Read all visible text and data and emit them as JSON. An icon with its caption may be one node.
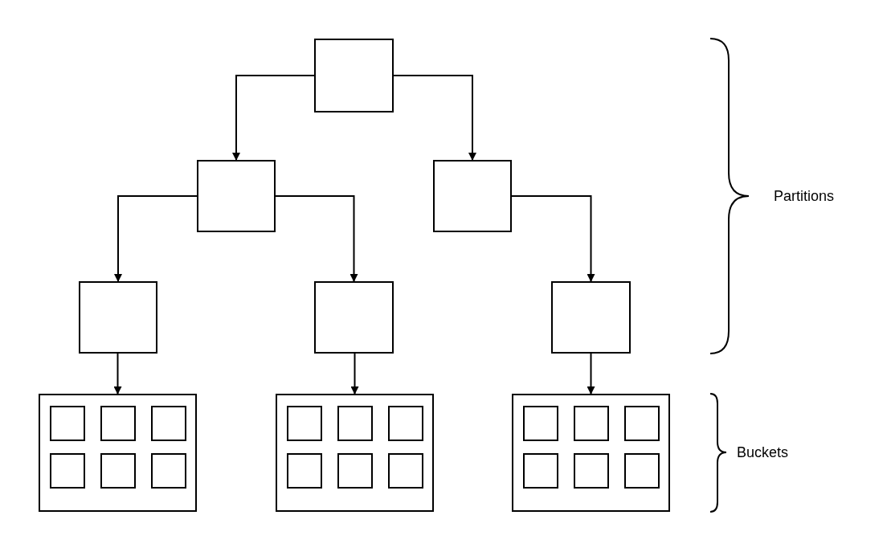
{
  "diagram": {
    "nodes": [
      {
        "text": [],
        "shape": "box"
      },
      {
        "text": [],
        "shape": "box"
      },
      {
        "text": [],
        "shape": "box"
      },
      {
        "text": [],
        "shape": "box"
      },
      {
        "text": [],
        "shape": "box"
      },
      {
        "text": [],
        "shape": "box"
      },
      {
        "text": [],
        "shape": "box"
      },
      {
        "text": [],
        "shape": "box",
        "in": 6
      },
      {
        "text": [],
        "shape": "box",
        "in": 6
      },
      {
        "text": [],
        "shape": "box",
        "in": 6
      },
      {
        "text": [],
        "shape": "box",
        "in": 6
      },
      {
        "text": [],
        "shape": "box",
        "in": 6
      },
      {
        "text": [],
        "shape": "box",
        "in": 6
      },
      {
        "text": [],
        "shape": "box"
      },
      {
        "text": [],
        "shape": "box",
        "in": 13
      },
      {
        "text": [],
        "shape": "box",
        "in": 13
      },
      {
        "text": [],
        "shape": "box",
        "in": 13
      },
      {
        "text": [],
        "shape": "box",
        "in": 13
      },
      {
        "text": [],
        "shape": "box",
        "in": 13
      },
      {
        "text": [],
        "shape": "box",
        "in": 13
      },
      {
        "text": [],
        "shape": "box"
      },
      {
        "text": [],
        "shape": "box",
        "in": 20
      },
      {
        "text": [],
        "shape": "box",
        "in": 20
      },
      {
        "text": [],
        "shape": "box",
        "in": 20
      },
      {
        "text": [],
        "shape": "box",
        "in": 20
      },
      {
        "text": [],
        "shape": "box",
        "in": 20
      },
      {
        "text": [],
        "shape": "box",
        "in": 20
      }
    ],
    "edges": [
      {
        "from": 0,
        "to": 1,
        "arrow": "to"
      },
      {
        "from": 0,
        "to": 2,
        "arrow": "to"
      },
      {
        "from": 1,
        "to": 3,
        "arrow": "to"
      },
      {
        "from": 1,
        "to": 4,
        "arrow": "to"
      },
      {
        "from": 2,
        "to": 5,
        "arrow": "to"
      },
      {
        "from": 3,
        "to": 6,
        "arrow": "to"
      },
      {
        "from": 4,
        "to": 13,
        "arrow": "to"
      },
      {
        "from": 5,
        "to": 20,
        "arrow": "to"
      }
    ],
    "labels": [
      "Partitions",
      "Buckets"
    ]
  }
}
